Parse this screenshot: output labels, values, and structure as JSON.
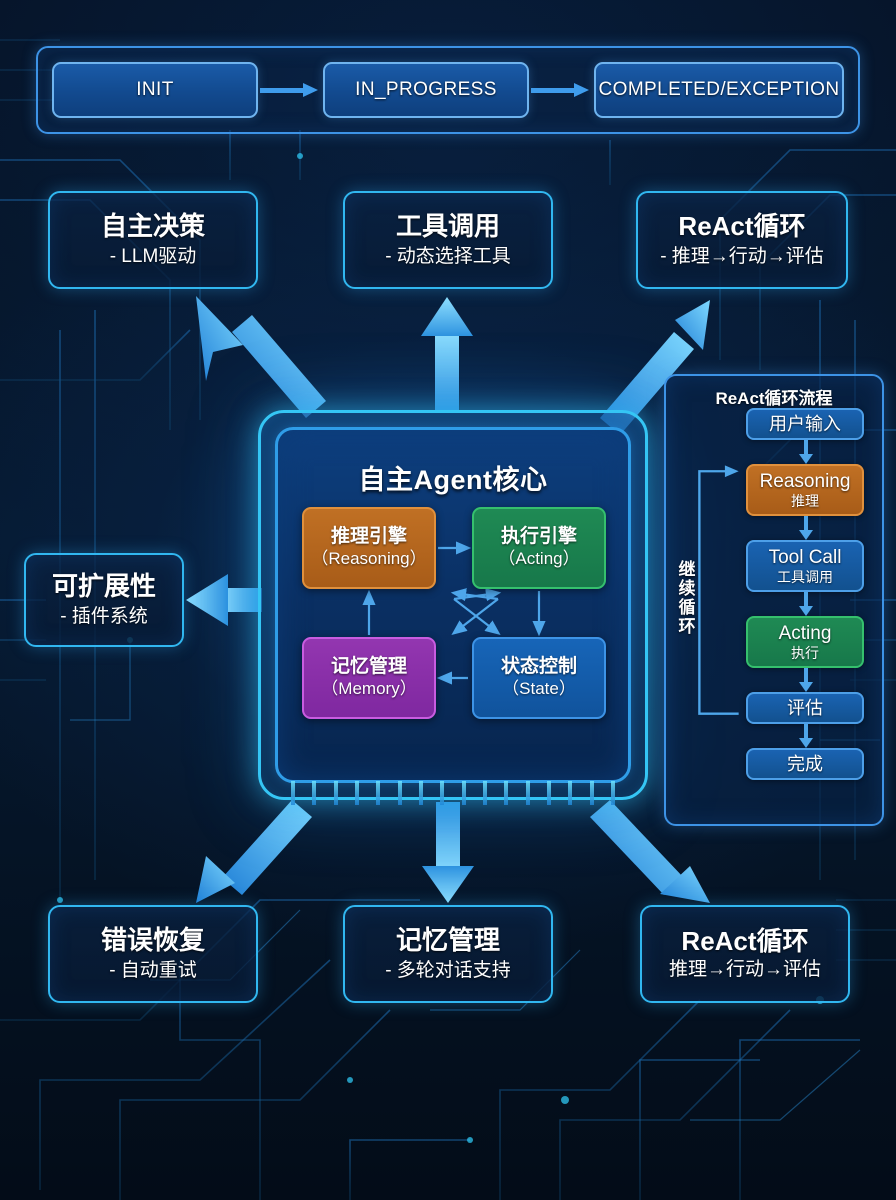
{
  "state_machine": {
    "states": [
      {
        "id": "init",
        "label": "INIT"
      },
      {
        "id": "in_progress",
        "label": "IN_PROGRESS"
      },
      {
        "id": "completed",
        "label": "COMPLETED/EXCEPTION"
      }
    ],
    "arrow_icon": "arrow-right-icon"
  },
  "features": {
    "top": [
      {
        "title": "自主决策",
        "subtitle": "- LLM驱动"
      },
      {
        "title": "工具调用",
        "subtitle": "- 动态选择工具"
      },
      {
        "title": "ReAct循环",
        "subtitle": "- 推理→行动→评估"
      }
    ],
    "left": {
      "title": "可扩展性",
      "subtitle": "- 插件系统"
    },
    "bottom": [
      {
        "title": "错误恢复",
        "subtitle": "- 自动重试"
      },
      {
        "title": "记忆管理",
        "subtitle": "- 多轮对话支持"
      },
      {
        "title": "ReAct循环",
        "subtitle": "推理→行动→评估"
      }
    ]
  },
  "core": {
    "title": "自主Agent核心",
    "blocks": [
      {
        "id": "reasoning",
        "cn": "推理引擎",
        "en": "（Reasoning）",
        "color": "#b5651d"
      },
      {
        "id": "acting",
        "cn": "执行引擎",
        "en": "（Acting）",
        "color": "#1f8a54"
      },
      {
        "id": "memory",
        "cn": "记忆管理",
        "en": "（Memory）",
        "color": "#8b2fa8"
      },
      {
        "id": "state",
        "cn": "状态控制",
        "en": "（State）",
        "color": "#1565b5"
      }
    ]
  },
  "react_panel": {
    "title": "ReAct循环流程",
    "loop_label": "继续循环",
    "nodes": [
      {
        "id": "user-input",
        "line1": "用户输入",
        "line2": "",
        "style": "blue"
      },
      {
        "id": "reasoning",
        "line1": "Reasoning",
        "line2": "推理",
        "style": "orange"
      },
      {
        "id": "tool-call",
        "line1": "Tool Call",
        "line2": "工具调用",
        "style": "blue"
      },
      {
        "id": "acting",
        "line1": "Acting",
        "line2": "执行",
        "style": "green"
      },
      {
        "id": "evaluate",
        "line1": "评估",
        "line2": "",
        "style": "blue"
      },
      {
        "id": "complete",
        "line1": "完成",
        "line2": "",
        "style": "blue"
      }
    ]
  },
  "colors": {
    "accent_cyan": "#31b7f0",
    "accent_blue": "#3d93e6",
    "orange": "#b5651d",
    "green": "#1f8a54",
    "purple": "#8b2fa8",
    "blue": "#1565b5",
    "background": "#051225"
  }
}
